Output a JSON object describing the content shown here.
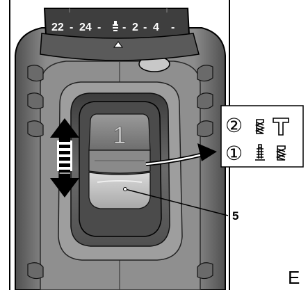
{
  "dial": {
    "scale_values": [
      "22",
      "-",
      "24",
      "-",
      "2",
      "-",
      "4",
      "-"
    ],
    "drill_symbol": "drill-bit-icon"
  },
  "gear_switch": {
    "number": "1",
    "direction_icon": "double-arrow-up-down-icon"
  },
  "settings_box": {
    "rows": [
      {
        "circled": "②",
        "icons": [
          "screw-bit-icon",
          "tap-icon"
        ]
      },
      {
        "circled": "①",
        "icons": [
          "drill-bit-icon",
          "screw-bit-icon"
        ]
      }
    ]
  },
  "callout": {
    "label": "5"
  },
  "figure_letter": "E",
  "colors": {
    "housing_dark": "#5f5f5f",
    "housing_mid": "#8a8a8a",
    "housing_light": "#b9b9b9",
    "background": "#ffffff",
    "ink": "#000000"
  }
}
